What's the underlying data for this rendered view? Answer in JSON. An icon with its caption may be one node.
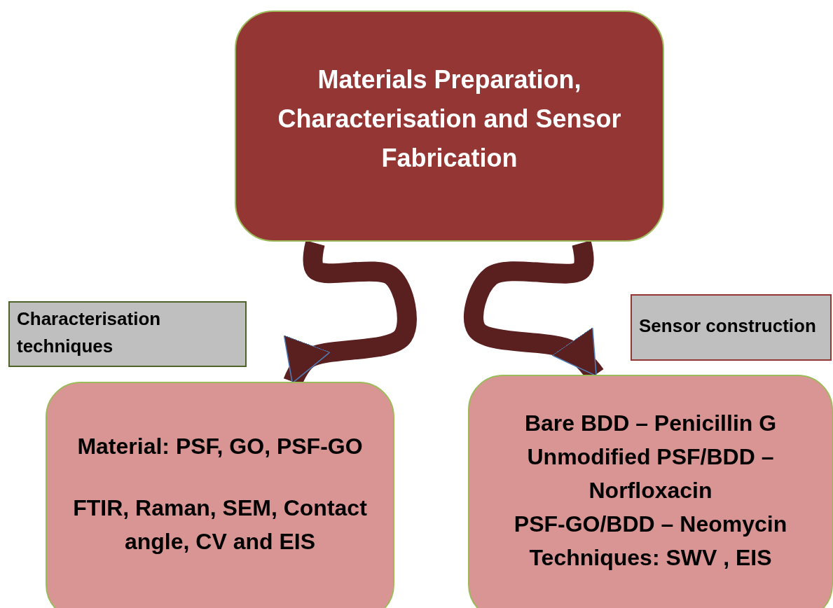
{
  "diagram": {
    "nodes": [
      {
        "text": [
          "Materials Preparation, Characterisation and Sensor Fabrication"
        ]
      },
      {
        "text": [
          "Characterisation techniques"
        ]
      },
      {
        "text": [
          "Material: PSF, GO, PSF-GO",
          "FTIR, Raman, SEM, Contact angle,  CV and EIS"
        ]
      },
      {
        "text": [
          "Sensor construction"
        ]
      },
      {
        "text": [
          "Bare BDD – Penicillin G",
          "Unmodified PSF/BDD – Norfloxacin",
          "PSF-GO/BDD – Neomycin",
          "Techniques: SWV , EIS"
        ]
      }
    ],
    "edges": [
      {
        "from": 0,
        "to": 2,
        "arrow": "to"
      },
      {
        "from": 0,
        "to": 4,
        "arrow": "to"
      }
    ]
  }
}
